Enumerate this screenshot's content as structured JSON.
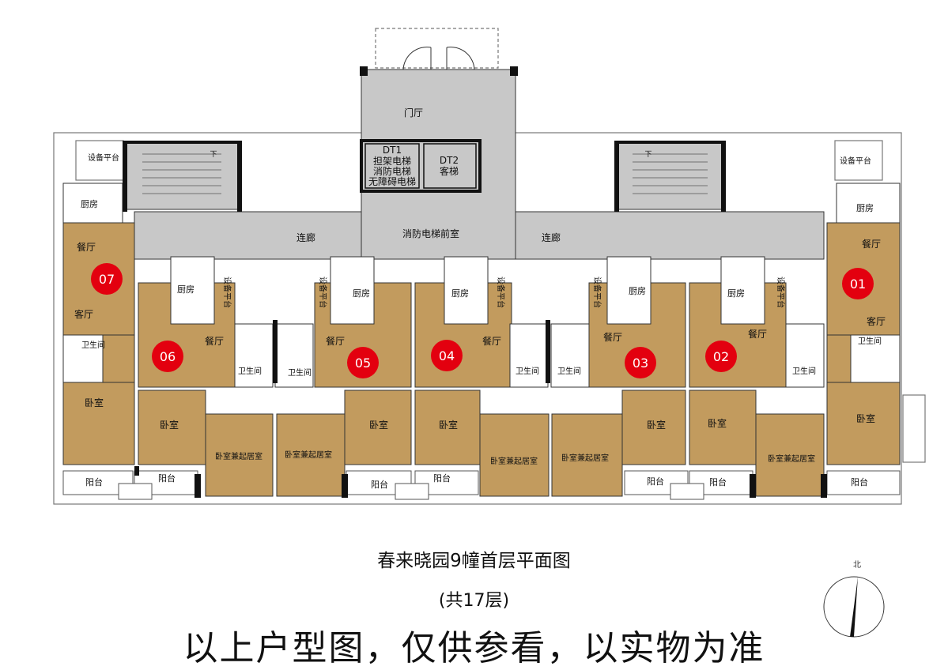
{
  "title": "春来晓园9幢首层平面图",
  "subtitle": "(共17层)",
  "disclaimer": "以上户型图，仅供参看，以实物为准",
  "north": "北",
  "colors": {
    "unit": "#c29b5e",
    "common": "#c8c8c8",
    "wall": "#111111",
    "badge": "#e3000f",
    "badge_text": "#ffffff"
  },
  "units": [
    {
      "id": "07"
    },
    {
      "id": "06"
    },
    {
      "id": "05"
    },
    {
      "id": "04"
    },
    {
      "id": "03"
    },
    {
      "id": "02"
    },
    {
      "id": "01"
    }
  ],
  "labels": {
    "lobby": "门厅",
    "dt1_1": "DT1",
    "dt1_2": "担架电梯",
    "dt1_3": "消防电梯",
    "dt1_4": "无障碍电梯",
    "dt2_1": "DT2",
    "dt2_2": "客梯",
    "corridor": "连廊",
    "fire_lobby": "消防电梯前室",
    "equip": "设备平台",
    "kitchen": "厨房",
    "dining": "餐厅",
    "living": "客厅",
    "bath": "卫生间",
    "bedroom": "卧室",
    "bed_living": "卧室兼起居室",
    "balcony": "阳台",
    "stair_down": "下"
  }
}
